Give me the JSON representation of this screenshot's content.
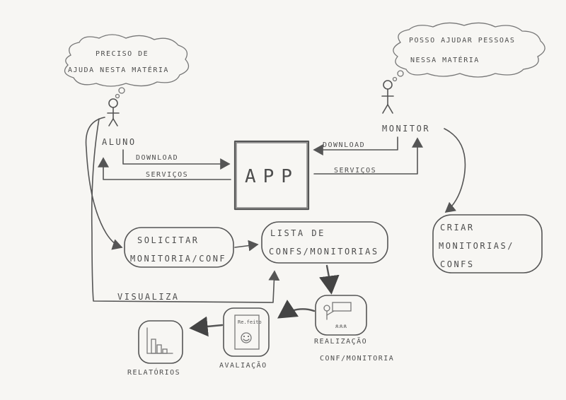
{
  "thoughts": {
    "aluno": [
      "PRECISO DE",
      "AJUDA NESTA MATÉRIA"
    ],
    "monitor": [
      "POSSO AJUDAR PESSOAS",
      "NESSA MATÉRIA"
    ]
  },
  "actors": {
    "aluno": "ALUNO",
    "monitor": "MONITOR"
  },
  "app": "APP",
  "arrows": {
    "aluno_download": "DOWNLOAD",
    "aluno_servicos": "SERVIÇOS",
    "monitor_download": "DOWNLOAD",
    "monitor_servicos": "SERVIÇOS",
    "visualiza": "VISUALIZA"
  },
  "nodes": {
    "solicitar": [
      "SOLICITAR",
      "MONITORIA/CONF"
    ],
    "lista": [
      "LISTA DE",
      "CONFS/MONITORIAS"
    ],
    "criar": [
      "CRIAR",
      "MONITORIAS/",
      "CONFS"
    ],
    "realizacao": [
      "REALIZAÇÃO",
      "CONF/MONITORIA"
    ],
    "avaliacao": "AVALIAÇÃO",
    "relatorios": "RELATÓRIOS"
  },
  "icons": {
    "thermometer_note": "Re.feito"
  }
}
